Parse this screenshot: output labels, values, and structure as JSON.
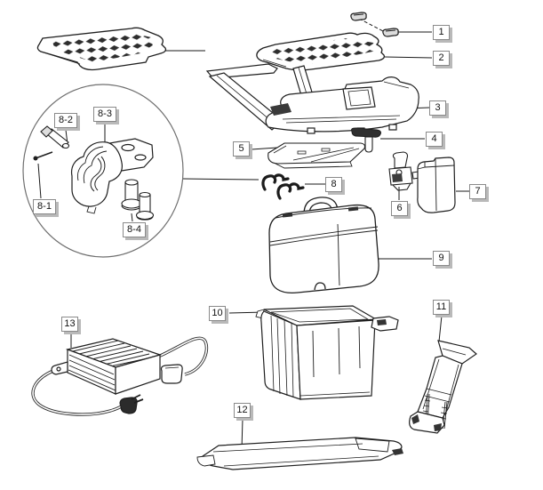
{
  "diagram": {
    "background_color": "#ffffff",
    "line_color": "#1a1a1a",
    "callout_style": {
      "fill": "#ffffff",
      "border": "#8a8a8a",
      "shadow": "#b9b9b9",
      "text_color": "#111111"
    },
    "callouts": {
      "c1": "1",
      "c2": "2",
      "c3": "3",
      "c4": "4",
      "c5": "5",
      "c6": "6",
      "c7": "7",
      "c8": "8",
      "c8_1": "8-1",
      "c8_2": "8-2",
      "c8_3": "8-3",
      "c8_4": "8-4",
      "c9": "9",
      "c10": "10",
      "c11": "11",
      "c12": "12",
      "c13": "13"
    }
  }
}
